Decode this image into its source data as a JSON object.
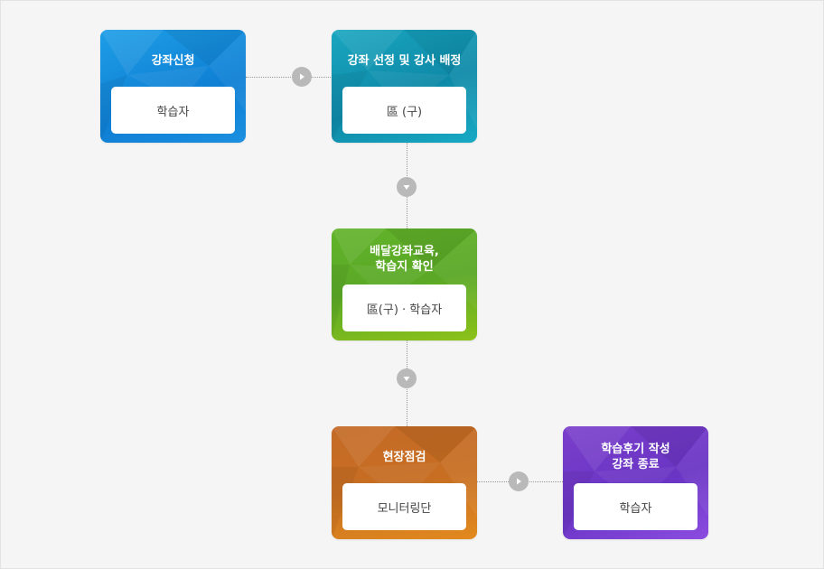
{
  "colors": {
    "blue": "#1a8ee0",
    "teal": "#1198b4",
    "green": "#6cb323",
    "orange": "#d27a22",
    "purple": "#7a40d0",
    "connector": "#9a9a9a",
    "node": "#b9b9b9"
  },
  "steps": [
    {
      "title": "강좌신청",
      "role": "학습자"
    },
    {
      "title": "강좌 선정 및 강사 배정",
      "role": "區 (구)"
    },
    {
      "title": "배달강좌교육,\n학습지 확인",
      "role": "區(구) · 학습자"
    },
    {
      "title": "현장점검",
      "role": "모니터링단"
    },
    {
      "title": "학습후기 작성\n강좌 종료",
      "role": "학습자"
    }
  ],
  "icons": {
    "right": "chevron-right-icon",
    "down": "chevron-down-icon"
  }
}
